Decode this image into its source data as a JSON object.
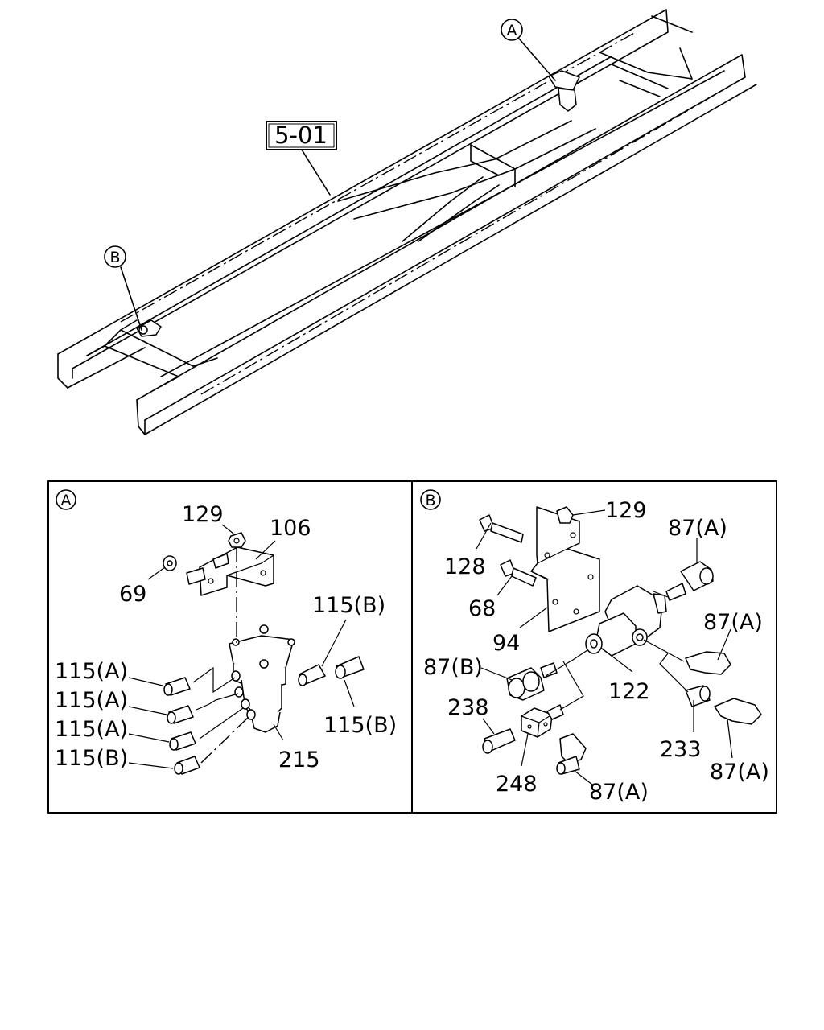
{
  "reference_box": "5-01",
  "callouts": {
    "main_a": "A",
    "main_b": "B"
  },
  "panel_a": {
    "marker": "A",
    "labels": {
      "p129": "129",
      "p106": "106",
      "p69": "69",
      "p115b_top": "115(B)",
      "p115a_1": "115(A)",
      "p115a_2": "115(A)",
      "p115a_3": "115(A)",
      "p115b_left": "115(B)",
      "p115b_right": "115(B)",
      "p215": "215"
    }
  },
  "panel_b": {
    "marker": "B",
    "labels": {
      "p129": "129",
      "p128": "128",
      "p68": "68",
      "p94": "94",
      "p87a_top": "87(A)",
      "p87a_right": "87(A)",
      "p87b": "87(B)",
      "p122": "122",
      "p238": "238",
      "p248": "248",
      "p87a_bottom": "87(A)",
      "p233": "233",
      "p87a_bottom_right": "87(A)"
    }
  },
  "colors": {
    "line": "#000000",
    "background": "#ffffff"
  }
}
